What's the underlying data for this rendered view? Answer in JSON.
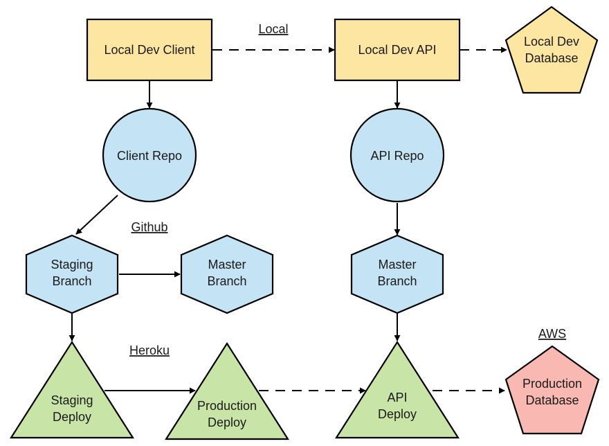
{
  "colors": {
    "local": "#fde6a2",
    "repo": "#c4e3f5",
    "heroku": "#c9e4a7",
    "aws": "#f9b8b1"
  },
  "groups": {
    "local": "Local",
    "github": "Github",
    "heroku": "Heroku",
    "aws": "AWS"
  },
  "nodes": {
    "local_dev_client": {
      "label": "Local Dev Client",
      "shape": "rectangle"
    },
    "local_dev_api": {
      "label": "Local Dev API",
      "shape": "rectangle"
    },
    "local_dev_database": {
      "lines": [
        "Local Dev",
        "Database"
      ],
      "shape": "pentagon"
    },
    "client_repo": {
      "label": "Client Repo",
      "shape": "circle"
    },
    "api_repo": {
      "label": "API Repo",
      "shape": "circle"
    },
    "staging_branch": {
      "lines": [
        "Staging",
        "Branch"
      ],
      "shape": "hexagon"
    },
    "master_branch_client": {
      "lines": [
        "Master",
        "Branch"
      ],
      "shape": "hexagon"
    },
    "master_branch_api": {
      "lines": [
        "Master",
        "Branch"
      ],
      "shape": "hexagon"
    },
    "staging_deploy": {
      "lines": [
        "Staging",
        "Deploy"
      ],
      "shape": "triangle"
    },
    "production_deploy": {
      "lines": [
        "Production",
        "Deploy"
      ],
      "shape": "triangle"
    },
    "api_deploy": {
      "lines": [
        "API",
        "Deploy"
      ],
      "shape": "triangle"
    },
    "production_database": {
      "lines": [
        "Production",
        "Database"
      ],
      "shape": "pentagon"
    }
  },
  "edges": [
    {
      "from": "local_dev_client",
      "to": "local_dev_api",
      "style": "dashed"
    },
    {
      "from": "local_dev_api",
      "to": "local_dev_database",
      "style": "dashed"
    },
    {
      "from": "local_dev_client",
      "to": "client_repo",
      "style": "solid"
    },
    {
      "from": "local_dev_api",
      "to": "api_repo",
      "style": "solid"
    },
    {
      "from": "client_repo",
      "to": "staging_branch",
      "style": "solid"
    },
    {
      "from": "staging_branch",
      "to": "master_branch_client",
      "style": "solid"
    },
    {
      "from": "api_repo",
      "to": "master_branch_api",
      "style": "solid"
    },
    {
      "from": "staging_branch",
      "to": "staging_deploy",
      "style": "solid"
    },
    {
      "from": "master_branch_api",
      "to": "api_deploy",
      "style": "solid"
    },
    {
      "from": "staging_deploy",
      "to": "production_deploy",
      "style": "solid"
    },
    {
      "from": "production_deploy",
      "to": "api_deploy",
      "style": "dashed"
    },
    {
      "from": "api_deploy",
      "to": "production_database",
      "style": "dashed"
    }
  ]
}
